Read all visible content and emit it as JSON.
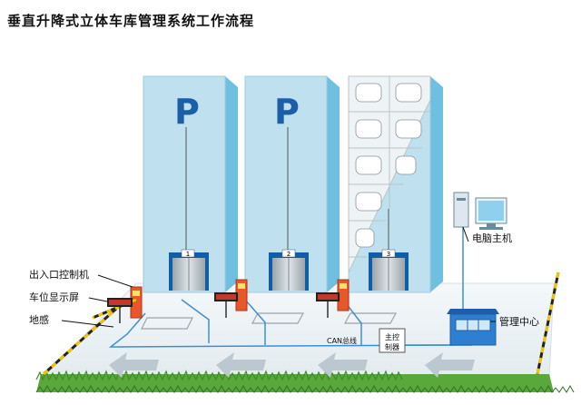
{
  "title": "垂直升降式立体车库管理系统工作流程",
  "towers": [
    {
      "sign": "P",
      "door_number": "1"
    },
    {
      "sign": "P",
      "door_number": "2"
    },
    {
      "door_number": "3"
    }
  ],
  "labels": {
    "entry_exit_controller": "出入口控制机",
    "space_display": "车位显示屏",
    "ground_sensor": "地感",
    "computer_host": "电脑主机",
    "management_center": "管理中心",
    "can_bus": "CAN总线",
    "main_controller_line1": "主控",
    "main_controller_line2": "制器"
  },
  "colors": {
    "tower_face": "#bfe0ee",
    "tower_side": "#6fbfe0",
    "sign_letter": "#1c5fa8",
    "grass": "#5aa83c",
    "arrow": "#bcc8cf",
    "cable": "#3d8fd1"
  }
}
